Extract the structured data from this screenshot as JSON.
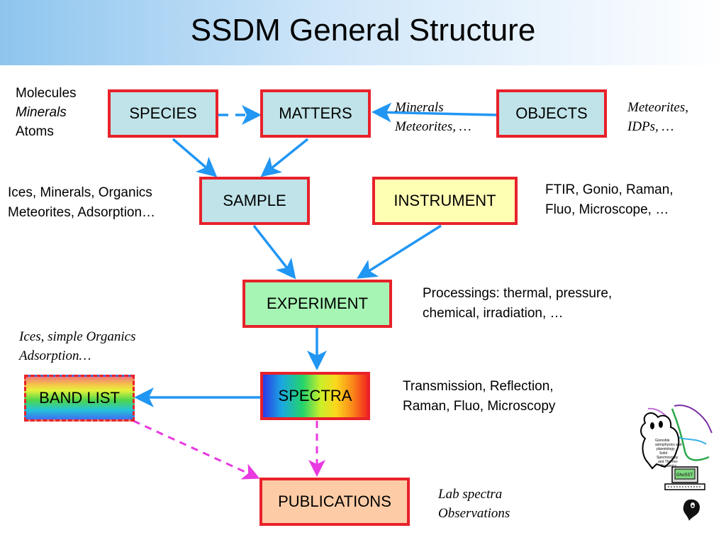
{
  "title": "SSDM General Structure",
  "boxes": {
    "species": "SPECIES",
    "matters": "MATTERS",
    "objects": "OBJECTS",
    "sample": "SAMPLE",
    "instrument": "INSTRUMENT",
    "experiment": "EXPERIMENT",
    "spectra": "SPECTRA",
    "band_list": "BAND LIST",
    "publications": "PUBLICATIONS"
  },
  "notes": {
    "species_types": [
      "Molecules",
      "Minerals",
      "Atoms"
    ],
    "matters_from_objects": [
      "Minerals",
      "Meteorites, …"
    ],
    "objects_examples": [
      "Meteorites,",
      "IDPs, …"
    ],
    "sample_examples": [
      "Ices, Minerals, Organics",
      "Meteorites, Adsorption…"
    ],
    "instrument_examples": [
      "FTIR, Gonio, Raman,",
      "Fluo, Microscope, …"
    ],
    "experiment_processings": [
      "Processings: thermal, pressure,",
      "chemical, irradiation, …"
    ],
    "band_list_examples": [
      "Ices, simple Organics",
      "Adsorption…"
    ],
    "spectra_types": [
      "Transmission, Reflection,",
      "Raman, Fluo, Microscopy"
    ],
    "publications_examples": [
      "Lab spectra",
      "Observations"
    ]
  },
  "logo": {
    "text": [
      "Grenoble",
      "astrophysics and",
      "planetology",
      "Solid",
      "Spectroscopy",
      "and Thermo-",
      "Dynamics",
      "GhoSST"
    ]
  },
  "colors": {
    "box_border": "#e8212a",
    "arrow_solid": "#2196f3",
    "arrow_dashed_pub": "#e83ae0",
    "title_band": "#8ec5ee"
  }
}
